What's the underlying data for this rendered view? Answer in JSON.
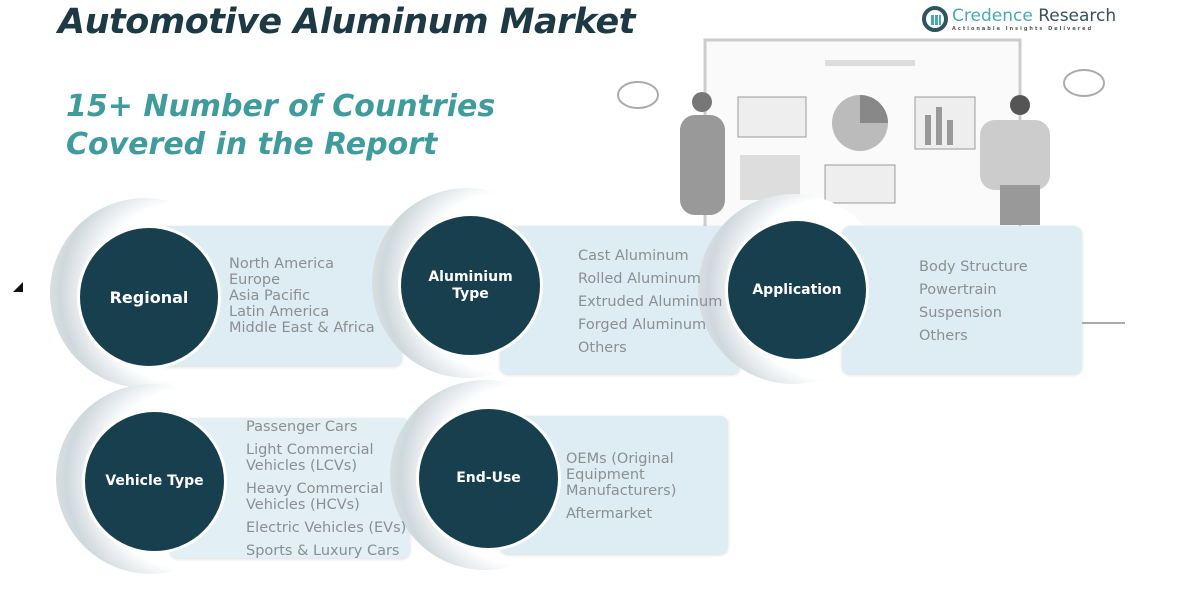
{
  "title": "Automotive Aluminum Market",
  "subtitle": [
    "15+ Number of Countries",
    "Covered in the Report"
  ],
  "logo": {
    "name1": "Credence",
    "name2": "Research",
    "tagline": "Actionable Insights Delivered"
  },
  "segments": [
    {
      "label": "Regional",
      "items": [
        "North America",
        "Europe",
        "Asia Pacific",
        "Latin America",
        "Middle East & Africa"
      ]
    },
    {
      "label": "Aluminium Type",
      "items": [
        "Cast Aluminum",
        "Rolled Aluminum",
        "Extruded Aluminum",
        "Forged Aluminum",
        "Others"
      ]
    },
    {
      "label": "Application",
      "items": [
        "Body Structure",
        "Powertrain",
        "Suspension",
        "Others"
      ]
    },
    {
      "label": "Vehicle Type",
      "items": [
        "Passenger Cars",
        "Light Commercial Vehicles (LCVs)",
        "Heavy Commercial Vehicles (HCVs)",
        "Electric Vehicles (EVs)",
        "Sports & Luxury Cars"
      ]
    },
    {
      "label": "End-Use",
      "items": [
        "OEMs (Original Equipment Manufacturers)",
        "Aftermarket"
      ]
    }
  ]
}
